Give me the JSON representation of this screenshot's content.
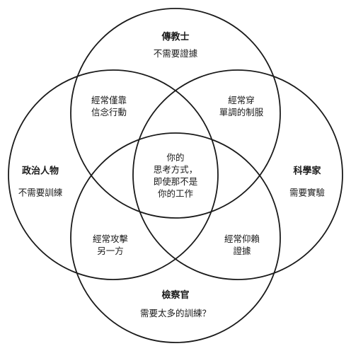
{
  "circles": {
    "top": {
      "name": "傳教士",
      "desc": "不需要證據"
    },
    "left": {
      "name": "政治人物",
      "desc": "不需要訓練"
    },
    "right": {
      "name": "科學家",
      "desc": "需要實驗"
    },
    "bottom": {
      "name": "檢察官",
      "desc": "需要太多的訓練？"
    }
  },
  "overlaps": {
    "top_left": [
      "經常僅靠",
      "信念行動"
    ],
    "top_right": [
      "經常穿",
      "單調的制服"
    ],
    "bottom_left": [
      "經常攻擊",
      "另一方"
    ],
    "bottom_right": [
      "經常仰賴",
      "證據"
    ],
    "center": [
      "你的",
      "思考方式，",
      "即使那不是",
      "你的工作"
    ]
  },
  "colors": {
    "stroke": "#1a1a1a",
    "background": "#ffffff",
    "text": "#1a1a1a"
  }
}
